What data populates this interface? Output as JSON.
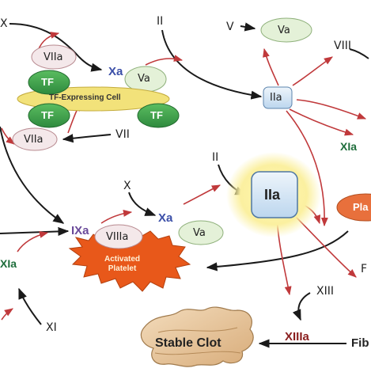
{
  "diagram": {
    "nodes": {
      "x_top": "X",
      "viia_top": "VIIa",
      "xa_top": "Xa",
      "va_cell": "Va",
      "tf_left_top": "TF",
      "tf_left_bottom": "TF",
      "tf_right": "TF",
      "tf_cell": "TF-Expressing Cell",
      "viia_bottom": "VIIa",
      "vii": "VII",
      "ii_top": "II",
      "v": "V",
      "va_top": "Va",
      "iia_small": "IIa",
      "viii": "VIII",
      "xia_right": "XIa",
      "ii_mid": "II",
      "iia_big": "IIa",
      "platelet_right": "Pla",
      "x_mid": "X",
      "ixa": "IXa",
      "viiia": "VIIIa",
      "xa_mid": "Xa",
      "va_mid": "Va",
      "activated_platelet": "Activated\nPlatelet",
      "xia_left": "XIa",
      "f_right": "F",
      "xiii": "XIII",
      "xi": "XI",
      "xiiia": "XIIIa",
      "stable_clot": "Stable Clot",
      "fib": "Fib"
    },
    "colors": {
      "tf_green": "#3fa34d",
      "cell_yellow": "#f2e27a",
      "factor_pale_green": "#e4f1d8",
      "factor_pale_pink": "#f4e8ea",
      "iia_blue": "#dbeaf6",
      "iia_glow_yellow": "#fbf3a6",
      "platelet_orange": "#e55a1c",
      "clot_tan": "#e9c9a0",
      "arrow_black": "#1a1a1a",
      "arrow_red": "#c0393b"
    }
  }
}
